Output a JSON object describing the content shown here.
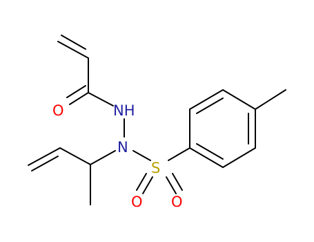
{
  "molecule": {
    "atoms": {
      "o_carbonyl": "O",
      "nh": "NH",
      "n_sulfonyl": "N",
      "s": "S",
      "o_sulfonyl_1": "O",
      "o_sulfonyl_2": "O"
    },
    "colors": {
      "bond": "#000000",
      "oxygen": "#ff0000",
      "nitrogen": "#2020a0",
      "sulfur": "#b8a000"
    }
  }
}
